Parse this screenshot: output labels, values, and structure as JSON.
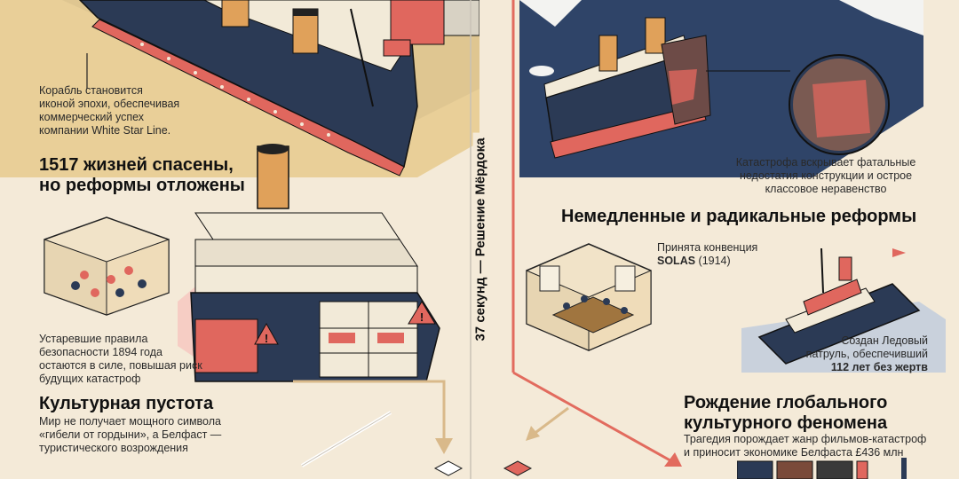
{
  "left": {
    "caption_icon": "Корабль становится\nиконой эпохи, обеспечивая\nкоммерческий успех\nкомпании White Star Line.",
    "heading_saved_1": "1517 жизней спасены,",
    "heading_saved_2": "но реформы отложены",
    "caption_rules": "Устаревшие правила\nбезопасности 1894 года\nостаются в силе, повышая риск\nбудущих катастроф",
    "heading_void": "Культурная пустота",
    "caption_void": "Мир не получает мощного символа\n«гибели от гордыни», а Белфаст —\nтуристического возрождения"
  },
  "center": {
    "vertical_label": "37 секунд — Решение Мёрдока"
  },
  "right": {
    "caption_disaster": "Катастрофа вскрывает фатальные\nнедостатия конструкции и острое\nклассовое неравенство",
    "heading_reforms": "Немедленные и радикальные реформы",
    "solas_prefix": "Принята конвенция",
    "solas_bold": "SOLAS",
    "solas_suffix": " (1914)",
    "patrol_line1": "Создан Ледовый",
    "patrol_line2": "патруль, обеспечивший",
    "patrol_bold": "112 лет без жертв",
    "heading_culture_1": "Рождение глобального",
    "heading_culture_2": "культурного феномена",
    "caption_culture": "Трагедия порождает жанр фильмов-катастроф\nи приносит экономике Белфаста £436 млн"
  },
  "colors": {
    "background": "#f4ead8",
    "hull_dark": "#2b3a55",
    "hull_red": "#e0675e",
    "arrow_red": "#e26b5e",
    "arrow_tan": "#d9b98a",
    "sea": "#2f4468",
    "dock": "#e9cf98"
  }
}
